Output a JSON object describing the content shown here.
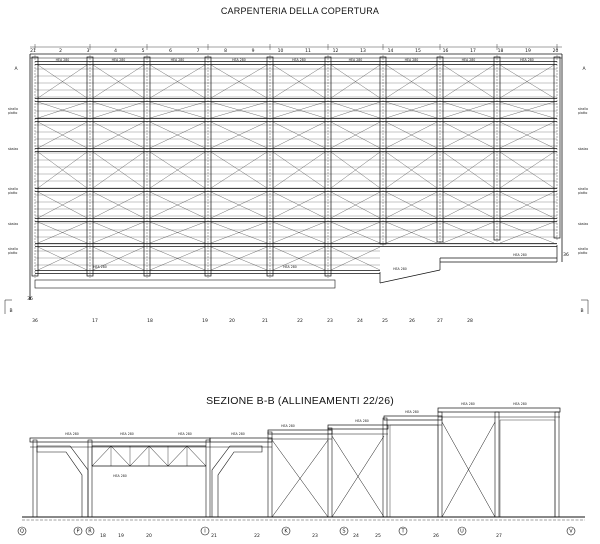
{
  "titles": {
    "plan": "CARPENTERIA DELLA COPERTURA",
    "section": "SEZIONE B-B (ALLINEAMENTI 22/26)"
  },
  "plan": {
    "top_gridlines": [
      "21",
      "2",
      "3",
      "4",
      "5",
      "6",
      "7",
      "8",
      "9",
      "10",
      "11",
      "12",
      "13",
      "14",
      "15",
      "16",
      "17",
      "18",
      "19",
      "20"
    ],
    "bottom_gridlines": [
      "36",
      "17",
      "18",
      "19",
      "20",
      "21",
      "22",
      "23",
      "24",
      "25",
      "26",
      "27",
      "28"
    ],
    "row_labels_left": [
      "A",
      "36"
    ],
    "row_labels_right": [
      "A",
      "36"
    ],
    "section_marks": [
      "B",
      "B"
    ],
    "beam_label": "HEA 280",
    "side_notes": [
      "stralla\npiatto",
      "sbalzo",
      "stralla\npiatto",
      "sbalzo",
      "stralla\npiatto"
    ]
  },
  "section": {
    "beam_labels": [
      "HEA 280",
      "HEA 280",
      "HEA 280",
      "HEA 280",
      "HEA 280",
      "HEA 280",
      "HEA 280",
      "HEA 280",
      "HEA 280",
      "HEA 280"
    ],
    "axes": [
      "Q",
      "P",
      "R",
      "I",
      "K",
      "S",
      "T",
      "U",
      "V"
    ],
    "axis_numbers": [
      "18",
      "19",
      "20",
      "21",
      "22",
      "23",
      "24",
      "25",
      "26",
      "27"
    ]
  }
}
